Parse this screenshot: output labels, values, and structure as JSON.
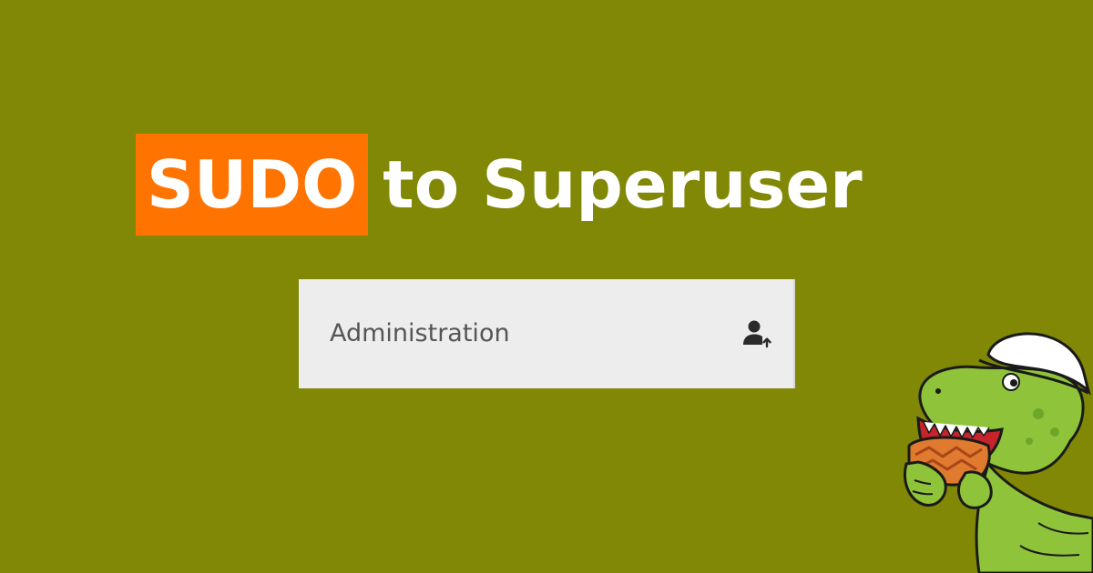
{
  "headline": {
    "highlight": "SUDO",
    "rest": "to Superuser"
  },
  "menu": {
    "label": "Administration",
    "action_icon": "user-arrow-up-icon"
  },
  "mascot": {
    "icon": "dinosaur-mascot-icon"
  },
  "colors": {
    "background": "#808806",
    "highlight": "#ff7300",
    "text_light": "#ffffff",
    "menu_bg": "#ededed",
    "menu_text": "#555555",
    "icon": "#2b2b2b"
  }
}
